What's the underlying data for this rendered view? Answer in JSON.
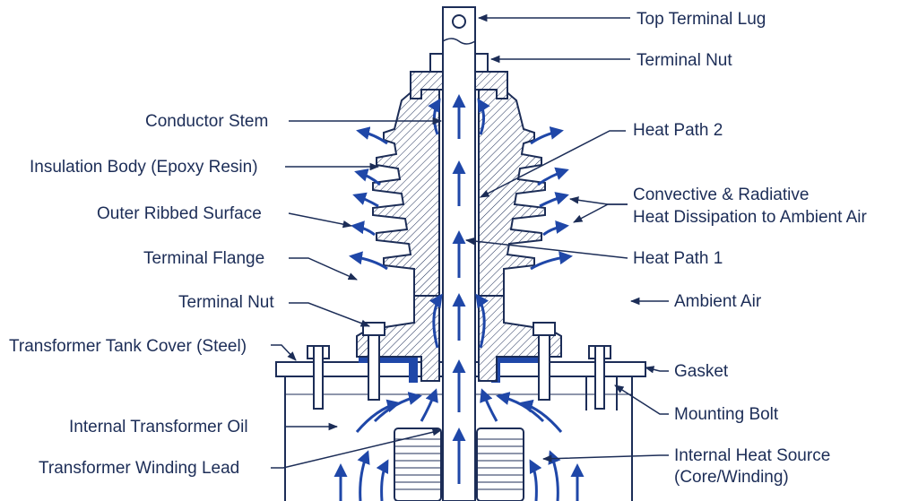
{
  "colors": {
    "ink": "#1c2d57",
    "arrow_blue": "#1f47a8",
    "metal": "#ffffff",
    "gasket": "#1f47a8"
  },
  "labels": {
    "top_terminal_lug": "Top Terminal Lug",
    "terminal_nut_top": "Terminal Nut",
    "conductor_stem": "Conductor Stem",
    "heat_path_2": "Heat Path 2",
    "insulation_body": "Insulation Body (Epoxy Resin)",
    "convective_line1": "Convective & Radiative",
    "convective_line2": "Heat Dissipation to Ambient Air",
    "outer_ribbed_surface": "Outer Ribbed Surface",
    "terminal_flange": "Terminal Flange",
    "heat_path_1": "Heat Path 1",
    "terminal_nut_bottom": "Terminal Nut",
    "ambient_air": "Ambient Air",
    "tank_cover": "Transformer Tank Cover (Steel)",
    "gasket": "Gasket",
    "mounting_bolt": "Mounting Bolt",
    "internal_oil": "Internal Transformer Oil",
    "heat_source_line1": "Internal Heat Source",
    "heat_source_line2": "(Core/Winding)",
    "winding_lead": "Transformer Winding Lead"
  }
}
